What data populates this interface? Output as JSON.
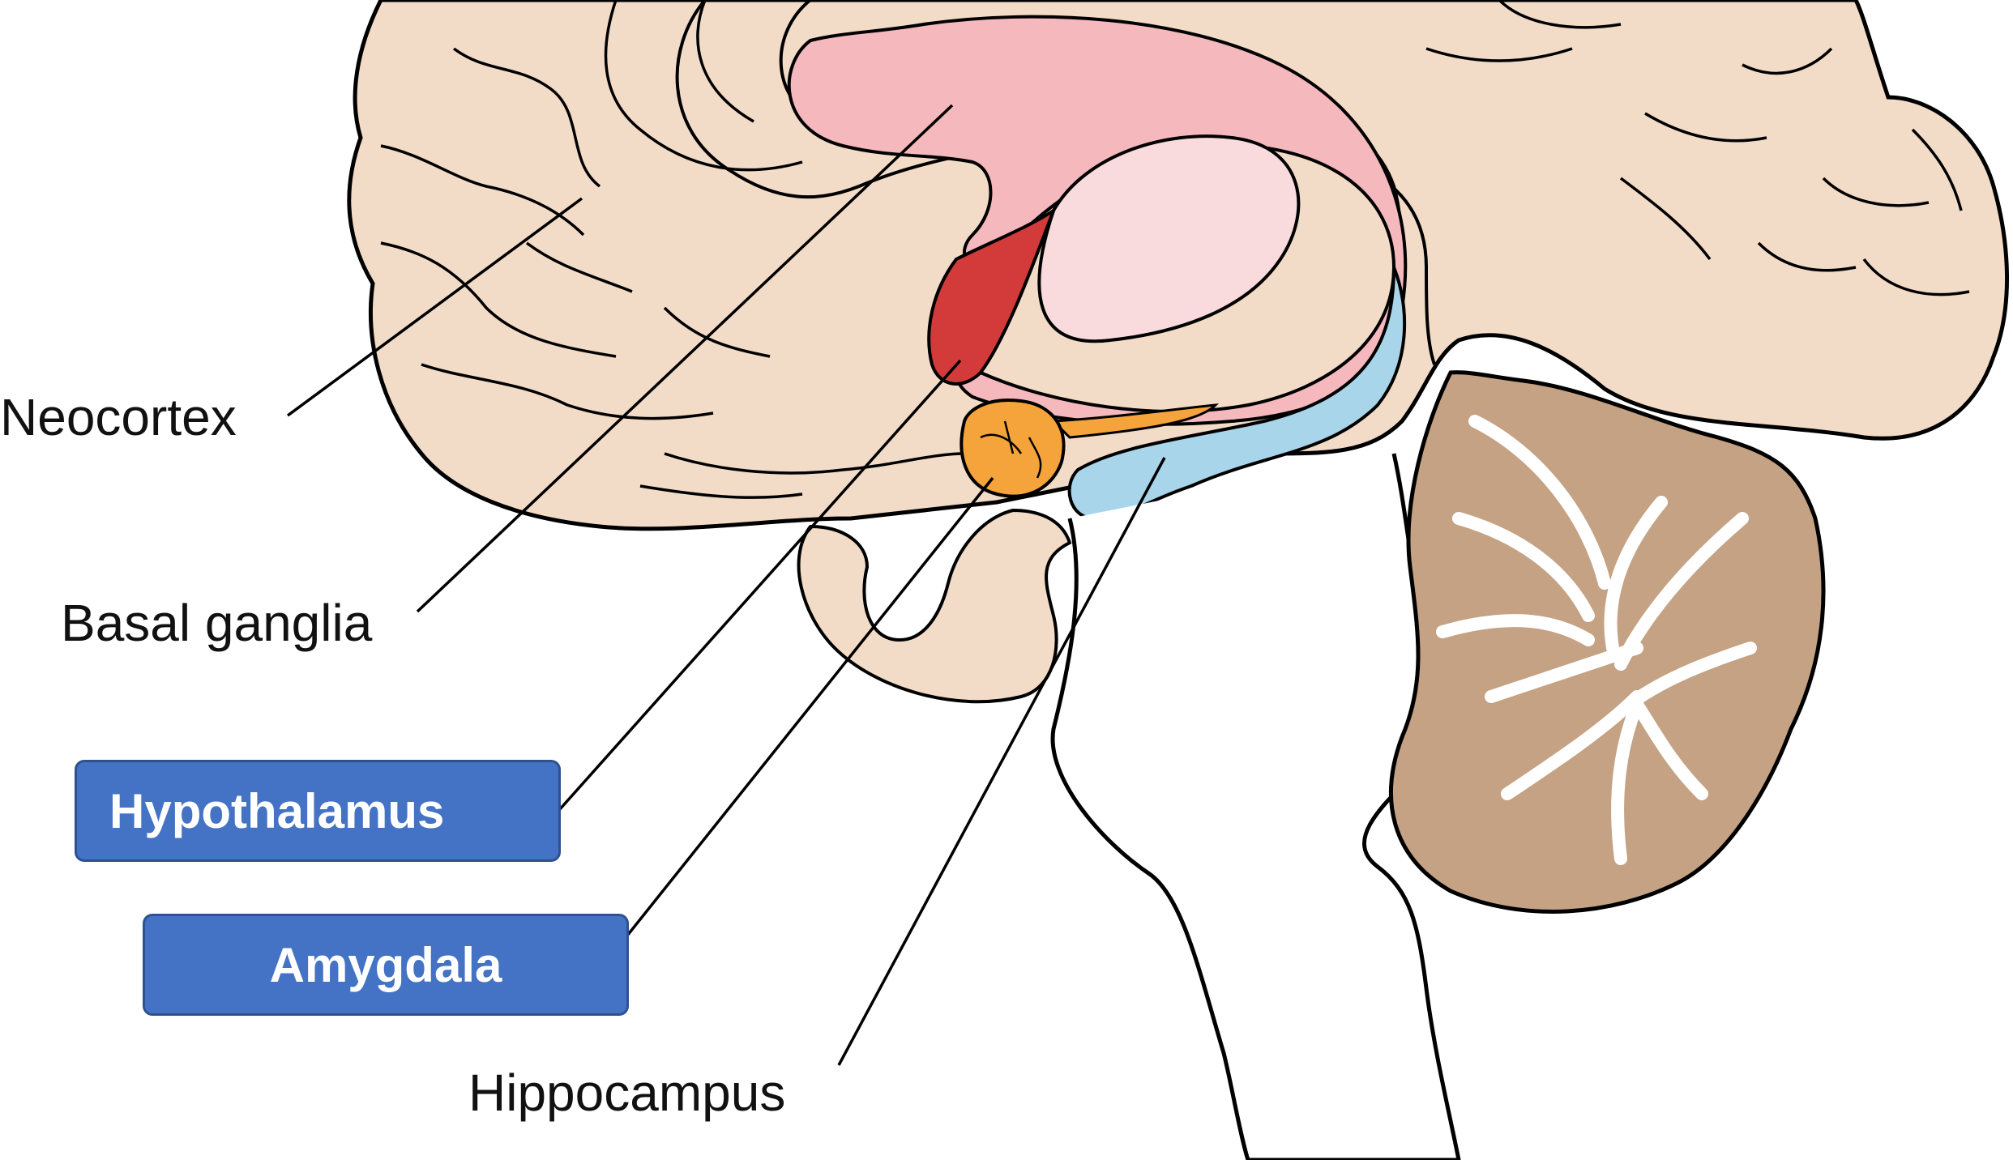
{
  "labels": {
    "neocortex": "Neocortex",
    "basal_ganglia": "Basal ganglia",
    "hypothalamus": "Hypothalamus",
    "amygdala": "Amygdala",
    "hippocampus": "Hippocampus"
  },
  "colors": {
    "cortex": "#f2dcc8",
    "basal_ganglia": "#f4b8bd",
    "basal_ganglia_inner": "#f9dadd",
    "hypothalamus": "#d33a3a",
    "amygdala": "#f5a33b",
    "hippocampus": "#a8d5ea",
    "cerebellum": "#c4a283",
    "highlight_box": "#4472c4"
  }
}
